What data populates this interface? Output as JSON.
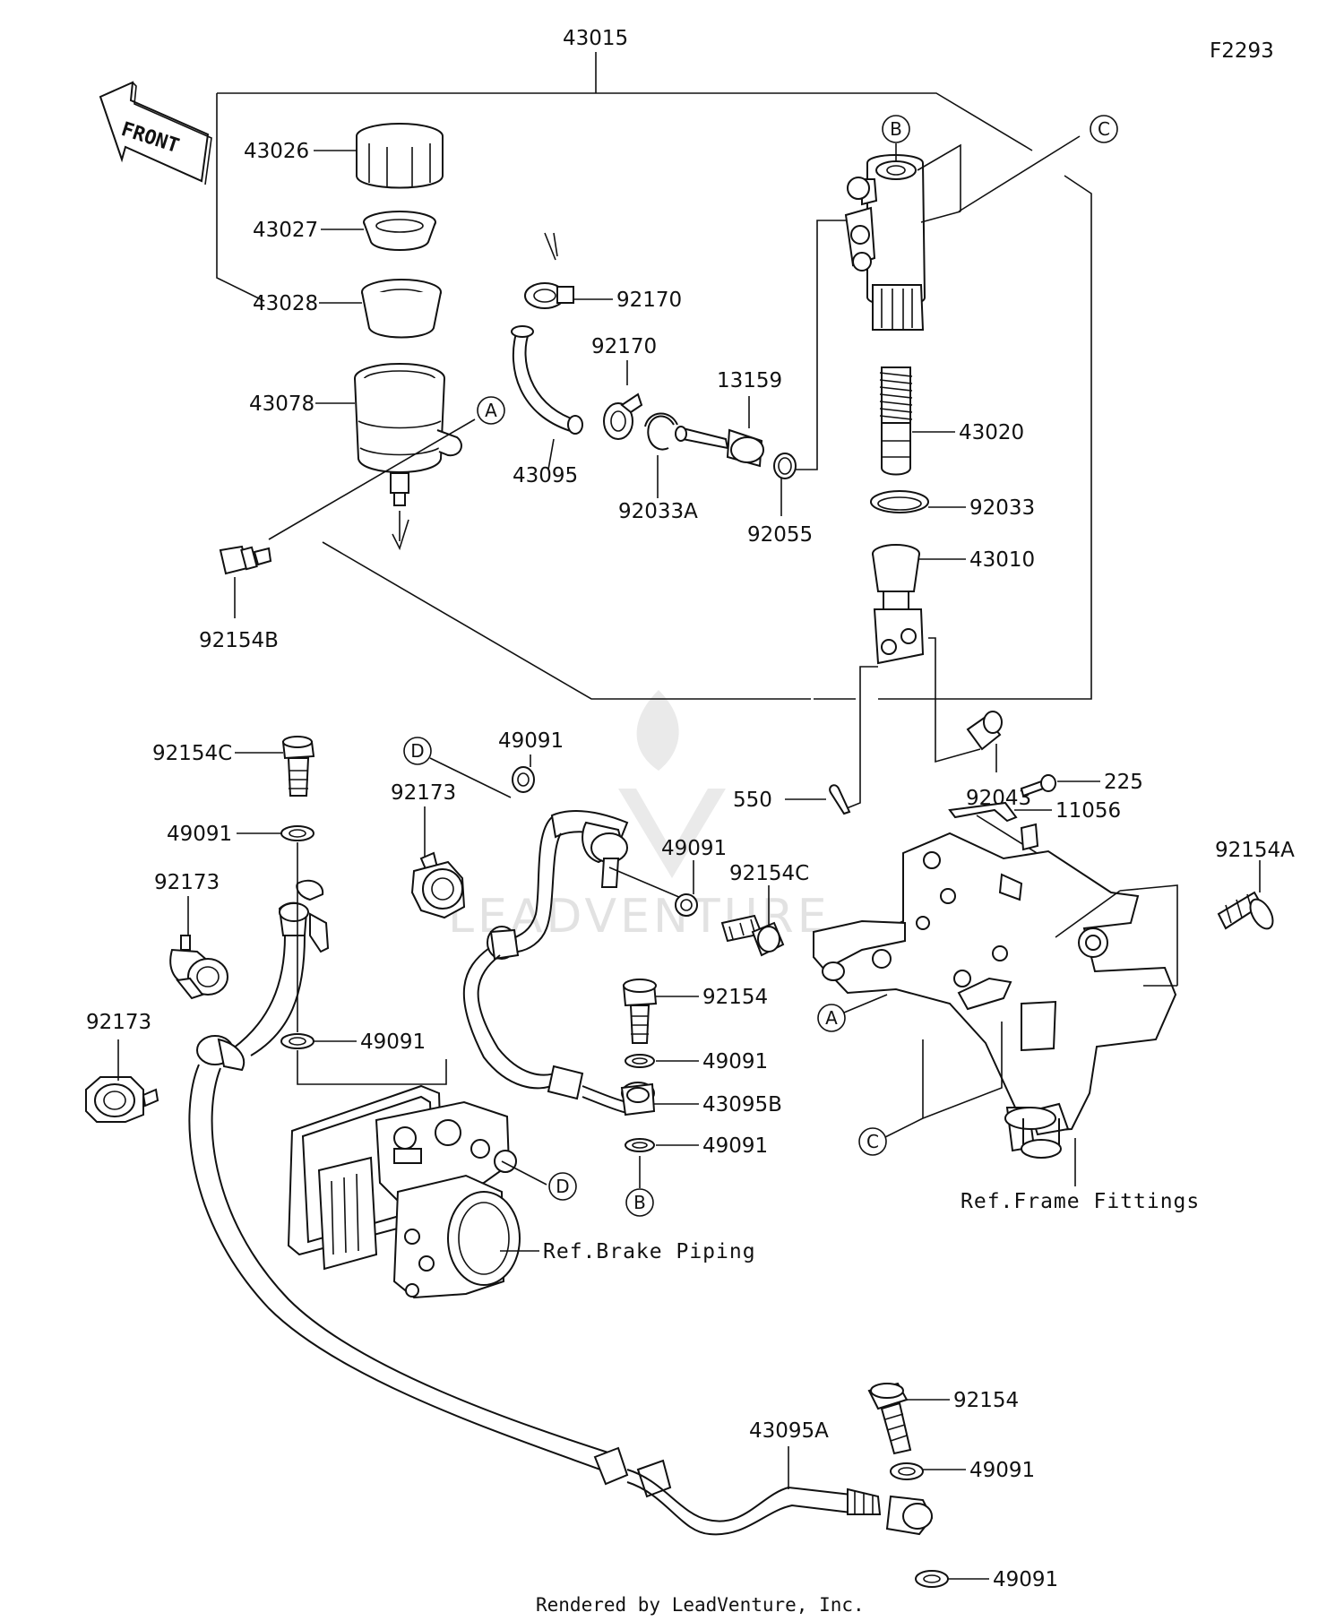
{
  "diagram_code": "F2293",
  "front_arrow": {
    "label": "FRONT",
    "icon": "front-arrow-icon"
  },
  "footer": "Rendered by LeadVenture, Inc.",
  "watermark": "LEADVENTURE",
  "refs": {
    "brake_piping": "Ref.Brake Piping",
    "frame_fittings": "Ref.Frame Fittings"
  },
  "callout_letters": {
    "a": "A",
    "b": "B",
    "c": "C",
    "d": "D"
  },
  "parts": {
    "p43015": "43015",
    "p43026": "43026",
    "p43027": "43027",
    "p43028": "43028",
    "p43078": "43078",
    "p92154B": "92154B",
    "p92170_top": "92170",
    "p92170_mid": "92170",
    "p43095": "43095",
    "p13159": "13159",
    "p92033A": "92033A",
    "p92055": "92055",
    "p43020": "43020",
    "p92033": "92033",
    "p43010": "43010",
    "p92043": "92043",
    "p550": "550",
    "p225": "225",
    "p11056": "11056",
    "p92154A": "92154A",
    "p92154C_left": "92154C",
    "p49091_l1": "49091",
    "p92173_l1": "92173",
    "p92173_l2": "92173",
    "p49091_l2": "49091",
    "p49091_mtop": "49091",
    "p92173_m": "92173",
    "p49091_m2": "49091",
    "p92154C_mid": "92154C",
    "p92154_mid": "92154",
    "p49091_m3": "49091",
    "p43095B": "43095B",
    "p49091_m4": "49091",
    "p43095A": "43095A",
    "p92154_bot": "92154",
    "p49091_b1": "49091",
    "p49091_b2": "49091"
  }
}
